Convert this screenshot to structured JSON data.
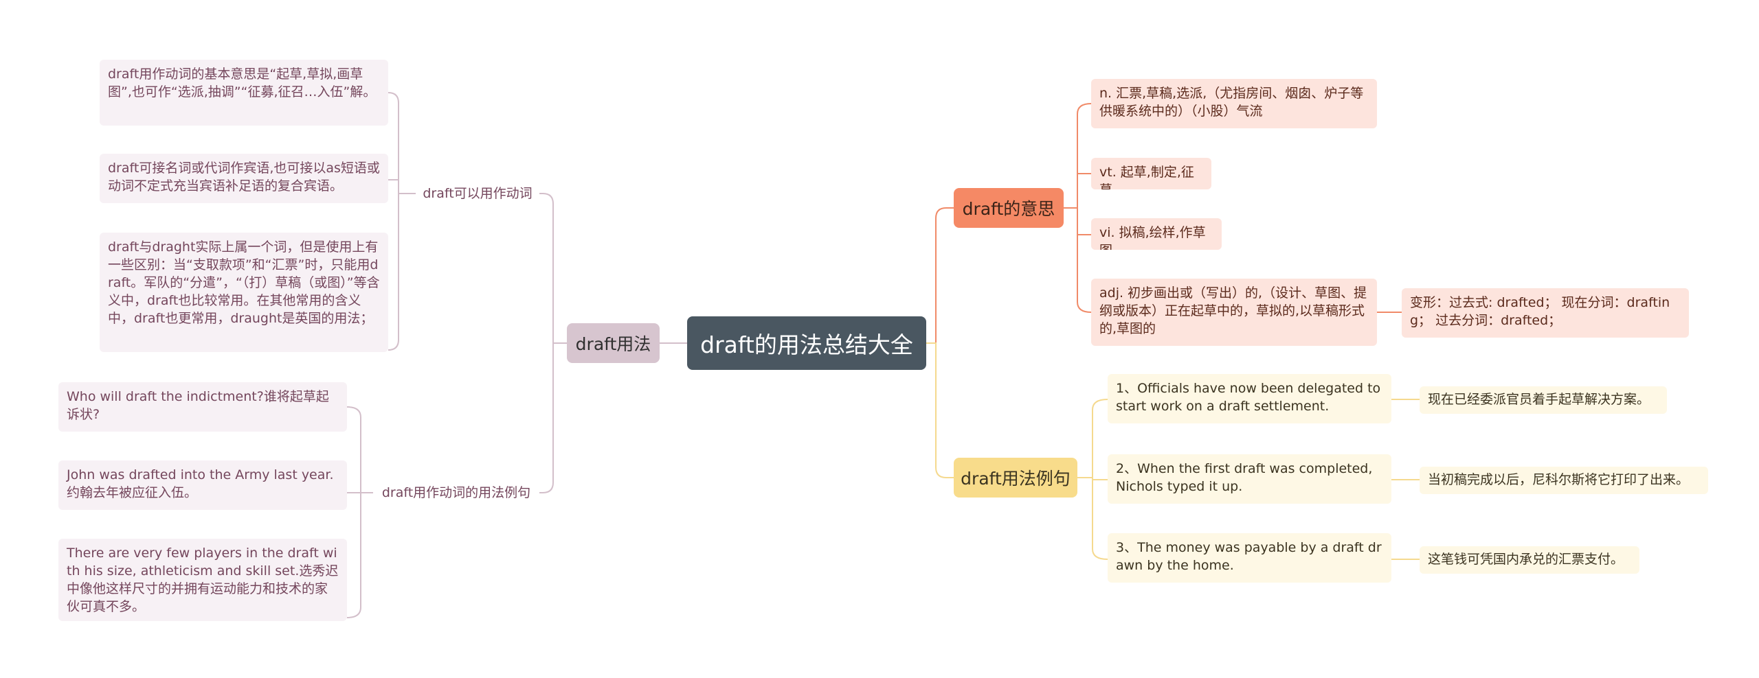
{
  "root": {
    "label": "draft的用法总结大全"
  },
  "left": {
    "branch": "draft用法",
    "verb_usage": {
      "label": "draft可以用作动词",
      "items": [
        "draft用作动词的基本意思是“起草,草拟,画草图”,也可作“选派,抽调”“征募,征召…入伍”解。",
        "draft可接名词或代词作宾语,也可接以as短语或动词不定式充当宾语补足语的复合宾语。",
        "draft与draght实际上属一个词，但是使用上有一些区别：当“支取款项”和“汇票”时，只能用draft。军队的“分遣”，“（打）草稿（或图）”等含义中，draft也比较常用。在其他常用的含义中，draft也更常用，draught是英国的用法；"
      ]
    },
    "verb_examples": {
      "label": "draft用作动词的用法例句",
      "items": [
        "Who will draft the indictment?谁将起草起诉状?",
        "John was drafted into the Army last year.约翰去年被应征入伍。",
        "There are very few players in the draft with his size, athleticism and skill set.选秀迟中像他这样尺寸的并拥有运动能力和技术的家伙可真不多。"
      ]
    }
  },
  "right": {
    "meaning": {
      "label": "draft的意思",
      "items": [
        "n. 汇票,草稿,选派,（尤指房间、烟囱、炉子等供暖系统中的）（小股）气流",
        "vt. 起草,制定,征募",
        "vi. 拟稿,绘样,作草图",
        "adj. 初步画出或（写出）的,（设计、草图、提纲或版本）正在起草中的，草拟的,以草稿形式的,草图的"
      ],
      "forms": "变形：过去式: drafted； 现在分词：drafting； 过去分词：drafted；"
    },
    "examples": {
      "label": "draft用法例句",
      "items": [
        {
          "en": "1、Officials have now been delegated to start work on a draft settlement.",
          "zh": "现在已经委派官员着手起草解决方案。"
        },
        {
          "en": "2、When the first draft was completed, Nichols typed it up.",
          "zh": "当初稿完成以后，尼科尔斯将它打印了出来。"
        },
        {
          "en": "3、The money was payable by a draft drawn by the home.",
          "zh": "这笔钱可凭国内承兑的汇票支付。"
        }
      ]
    }
  },
  "colors": {
    "root": "#4a5761",
    "purple": "#d7c5cf",
    "orange": "#f58965",
    "yellow": "#f8dc8b",
    "purple_line": "#d3bfca",
    "orange_line": "#f08a68",
    "yellow_line": "#f5d98e"
  }
}
